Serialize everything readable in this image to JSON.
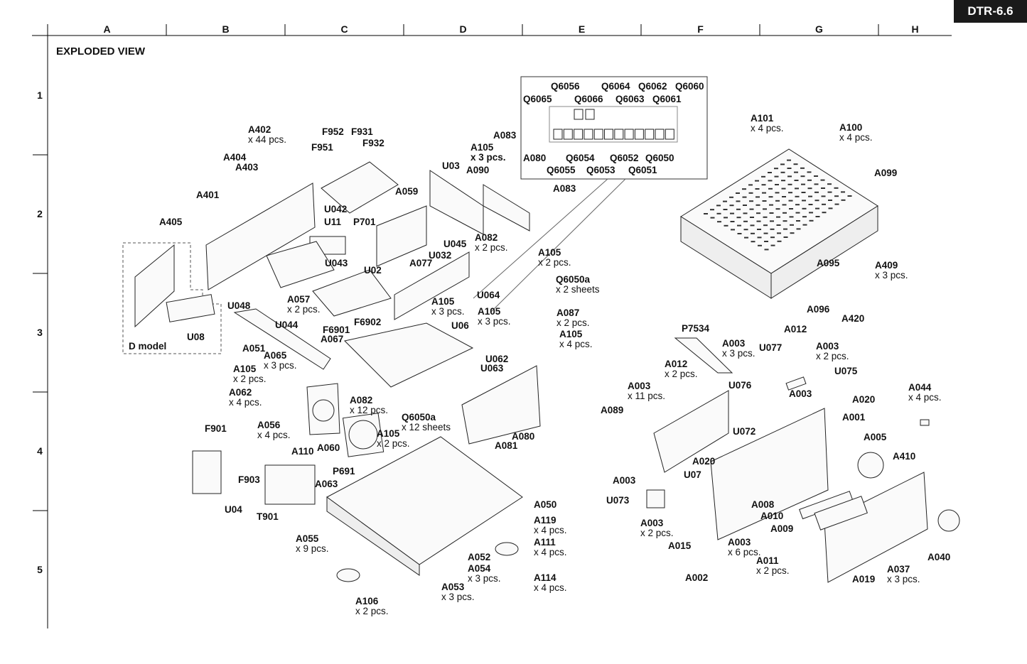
{
  "header": {
    "model_badge": "DTR-6.6",
    "columns": [
      "A",
      "B",
      "C",
      "D",
      "E",
      "F",
      "G",
      "H"
    ],
    "rows": [
      "1",
      "2",
      "3",
      "4",
      "5"
    ],
    "title": "EXPLODED VIEW"
  },
  "transistor_detail": [
    "Q6056",
    "Q6064",
    "Q6062",
    "Q6060",
    "Q6065",
    "Q6066",
    "Q6063",
    "Q6061",
    "A080",
    "Q6054",
    "Q6052",
    "Q6050",
    "Q6055",
    "Q6053",
    "Q6051"
  ],
  "d_model_label": "D model",
  "parts": [
    {
      "code": "A402",
      "qty": "x 44 pcs."
    },
    {
      "code": "F952"
    },
    {
      "code": "F931"
    },
    {
      "code": "F951"
    },
    {
      "code": "F932"
    },
    {
      "code": "A404"
    },
    {
      "code": "A403"
    },
    {
      "code": "A401"
    },
    {
      "code": "A405"
    },
    {
      "code": "A059"
    },
    {
      "code": "U042"
    },
    {
      "code": "U11"
    },
    {
      "code": "P701"
    },
    {
      "code": "U03"
    },
    {
      "code": "A083"
    },
    {
      "code": "A105",
      "qty": "x 3 pcs."
    },
    {
      "code": "A090"
    },
    {
      "code": "A083"
    },
    {
      "code": "U032"
    },
    {
      "code": "U045"
    },
    {
      "code": "A082",
      "qty": "x 2 pcs."
    },
    {
      "code": "U043"
    },
    {
      "code": "U02"
    },
    {
      "code": "A077"
    },
    {
      "code": "A057",
      "qty": "x 2 pcs."
    },
    {
      "code": "U048"
    },
    {
      "code": "U044"
    },
    {
      "code": "U08"
    },
    {
      "code": "A051"
    },
    {
      "code": "A065",
      "qty": "x 3 pcs."
    },
    {
      "code": "F6901"
    },
    {
      "code": "F6902"
    },
    {
      "code": "A067"
    },
    {
      "code": "A105",
      "qty": "x 3 pcs."
    },
    {
      "code": "U06"
    },
    {
      "code": "U064"
    },
    {
      "code": "A105",
      "qty": "x 3 pcs."
    },
    {
      "code": "A105",
      "qty": "x 2 pcs."
    },
    {
      "code": "Q6050a",
      "qty": "x 2 sheets"
    },
    {
      "code": "A087",
      "qty": "x 2 pcs."
    },
    {
      "code": "A105",
      "qty": "x 4 pcs."
    },
    {
      "code": "U062"
    },
    {
      "code": "U063"
    },
    {
      "code": "A105",
      "qty": "x 2 pcs."
    },
    {
      "code": "A062",
      "qty": "x 4 pcs."
    },
    {
      "code": "A056",
      "qty": "x 4 pcs."
    },
    {
      "code": "A110"
    },
    {
      "code": "F901"
    },
    {
      "code": "A060"
    },
    {
      "code": "A082",
      "qty": "x 12 pcs."
    },
    {
      "code": "Q6050a",
      "qty": "x 12 sheets"
    },
    {
      "code": "A105",
      "qty": "x 2 pcs."
    },
    {
      "code": "A081"
    },
    {
      "code": "A080"
    },
    {
      "code": "P691"
    },
    {
      "code": "F903"
    },
    {
      "code": "A063"
    },
    {
      "code": "U04"
    },
    {
      "code": "T901"
    },
    {
      "code": "A050"
    },
    {
      "code": "A055",
      "qty": "x 9 pcs."
    },
    {
      "code": "A119",
      "qty": "x 4 pcs."
    },
    {
      "code": "A111",
      "qty": "x 4 pcs."
    },
    {
      "code": "A052"
    },
    {
      "code": "A054",
      "qty": "x 3 pcs."
    },
    {
      "code": "A114",
      "qty": "x 4 pcs."
    },
    {
      "code": "A053",
      "qty": "x 3 pcs."
    },
    {
      "code": "A106",
      "qty": "x 2 pcs."
    },
    {
      "code": "A101",
      "qty": "x 4 pcs."
    },
    {
      "code": "A100",
      "qty": "x 4 pcs."
    },
    {
      "code": "A099"
    },
    {
      "code": "A095"
    },
    {
      "code": "A409",
      "qty": "x 3 pcs."
    },
    {
      "code": "A096"
    },
    {
      "code": "A420"
    },
    {
      "code": "P7534"
    },
    {
      "code": "A003",
      "qty": "x 3 pcs."
    },
    {
      "code": "U077"
    },
    {
      "code": "A012"
    },
    {
      "code": "A003",
      "qty": "x 2 pcs."
    },
    {
      "code": "U075"
    },
    {
      "code": "A012",
      "qty": "x 2 pcs."
    },
    {
      "code": "U076"
    },
    {
      "code": "A003"
    },
    {
      "code": "A020"
    },
    {
      "code": "A003",
      "qty": "x 11 pcs."
    },
    {
      "code": "A089"
    },
    {
      "code": "A001"
    },
    {
      "code": "A044",
      "qty": "x 4 pcs."
    },
    {
      "code": "U072"
    },
    {
      "code": "A005"
    },
    {
      "code": "A410"
    },
    {
      "code": "A020"
    },
    {
      "code": "U07"
    },
    {
      "code": "A003"
    },
    {
      "code": "U073"
    },
    {
      "code": "A008"
    },
    {
      "code": "A010"
    },
    {
      "code": "A009"
    },
    {
      "code": "A003",
      "qty": "x 2 pcs."
    },
    {
      "code": "A015"
    },
    {
      "code": "A003",
      "qty": "x 6 pcs."
    },
    {
      "code": "A011",
      "qty": "x 2 pcs."
    },
    {
      "code": "A040"
    },
    {
      "code": "A037",
      "qty": "x 3 pcs."
    },
    {
      "code": "A019"
    },
    {
      "code": "A002"
    }
  ]
}
